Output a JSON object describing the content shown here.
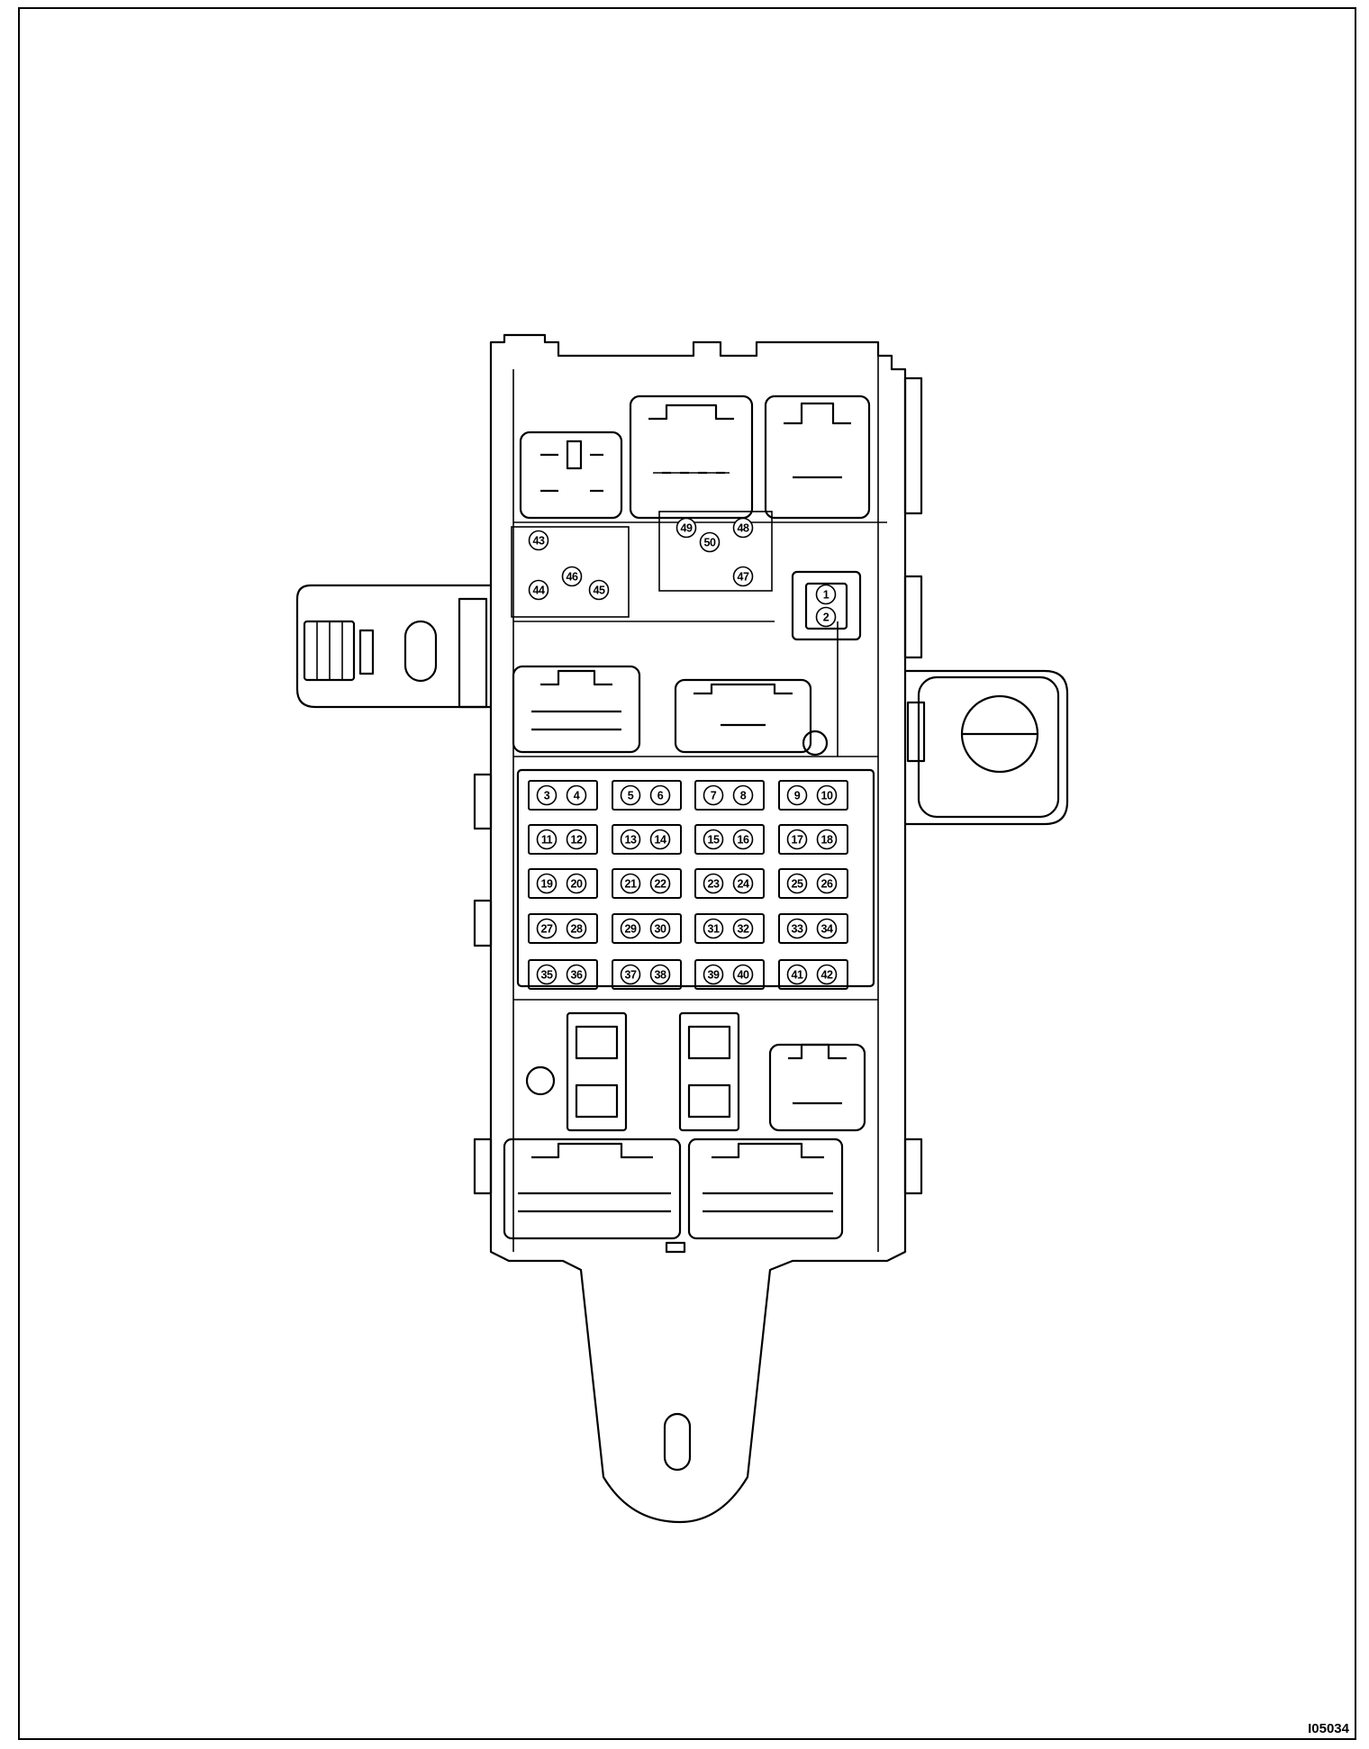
{
  "figure_id": "I05034",
  "fuse_numbers": [
    "3",
    "4",
    "5",
    "6",
    "7",
    "8",
    "9",
    "10",
    "11",
    "12",
    "13",
    "14",
    "15",
    "16",
    "17",
    "18",
    "19",
    "20",
    "21",
    "22",
    "23",
    "24",
    "25",
    "26",
    "27",
    "28",
    "29",
    "30",
    "31",
    "32",
    "33",
    "34",
    "35",
    "36",
    "37",
    "38",
    "39",
    "40",
    "41",
    "42"
  ],
  "top_left_relay_numbers": [
    "43",
    "44",
    "46",
    "45"
  ],
  "top_right_relay_numbers": [
    "49",
    "50",
    "48",
    "47"
  ],
  "side_connector_numbers": [
    "1",
    "2"
  ]
}
